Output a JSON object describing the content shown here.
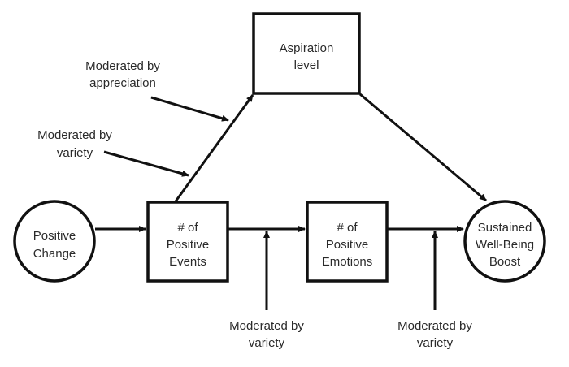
{
  "nodes": {
    "positive_change": {
      "shape": "circle",
      "lines": [
        "Positive",
        "Change"
      ]
    },
    "positive_events": {
      "shape": "box",
      "lines": [
        "# of",
        "Positive",
        "Events"
      ]
    },
    "positive_emotions": {
      "shape": "box",
      "lines": [
        "# of",
        "Positive",
        "Emotions"
      ]
    },
    "sustained_boost": {
      "shape": "circle",
      "lines": [
        "Sustained",
        "Well-Being",
        "Boost"
      ]
    },
    "aspiration_level": {
      "shape": "box",
      "lines": [
        "Aspiration",
        "level"
      ]
    }
  },
  "moderators": {
    "appreciation_on_aspiration": {
      "lines": [
        "Moderated by",
        "appreciation"
      ]
    },
    "variety_on_aspiration": {
      "lines": [
        "Moderated by",
        "variety"
      ]
    },
    "variety_events_emotions": {
      "lines": [
        "Moderated by",
        "variety"
      ]
    },
    "variety_emotions_boost": {
      "lines": [
        "Moderated by",
        "variety"
      ]
    }
  },
  "edges": [
    {
      "from": "positive_change",
      "to": "positive_events"
    },
    {
      "from": "positive_events",
      "to": "positive_emotions"
    },
    {
      "from": "positive_emotions",
      "to": "sustained_boost"
    },
    {
      "from": "positive_events",
      "to": "aspiration_level"
    },
    {
      "from": "aspiration_level",
      "to": "sustained_boost"
    }
  ]
}
